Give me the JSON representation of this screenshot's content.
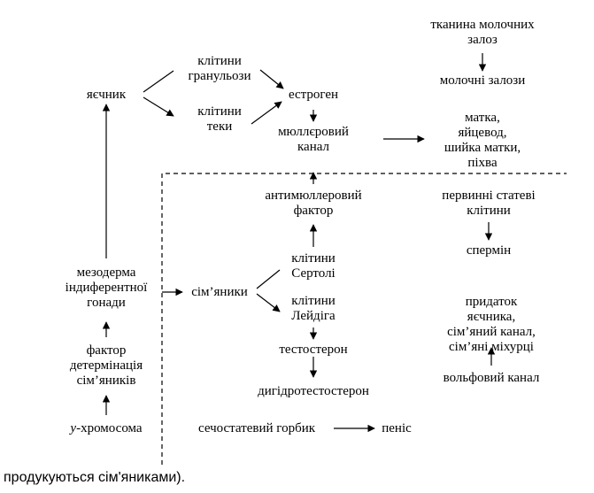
{
  "nodes": {
    "tissue_mammary": "тканина молочних\nзалоз",
    "mammary": "молочні залози",
    "granulosa": "клітини\nгранульози",
    "theca": "клітини\nтеки",
    "ovary": "яєчник",
    "estrogen": "естроген",
    "mullerian": "мюллєровий\nканал",
    "uterus": "матка,\nяйцевод,\nшийка матки,\nпіхва",
    "amh": "антимюллеровий\nфактор",
    "primordial": "первинні статеві\nклітини",
    "sperm": "спермін",
    "mesoderm": "мезодерма\nіндиферентної\nгонади",
    "testes": "сім’яники",
    "sertoli": "клітини\nСертолі",
    "leydig": "клітини\nЛейдіга",
    "epididymis": "придаток яєчника,\nсім’яний канал,\nсім’яні міхурці",
    "tdf": "фактор\nдетермінація\nсім’яників",
    "testosterone": "тестостерон",
    "wolffian": "вольфовий канал",
    "dht": "дигідротестостерон",
    "ychrom_prefix": "у",
    "ychrom_rest": "-хромосома",
    "tubercle": "сечостатевий горбик",
    "penis": "пеніс"
  },
  "footer": "продукуються сім'яниками)."
}
